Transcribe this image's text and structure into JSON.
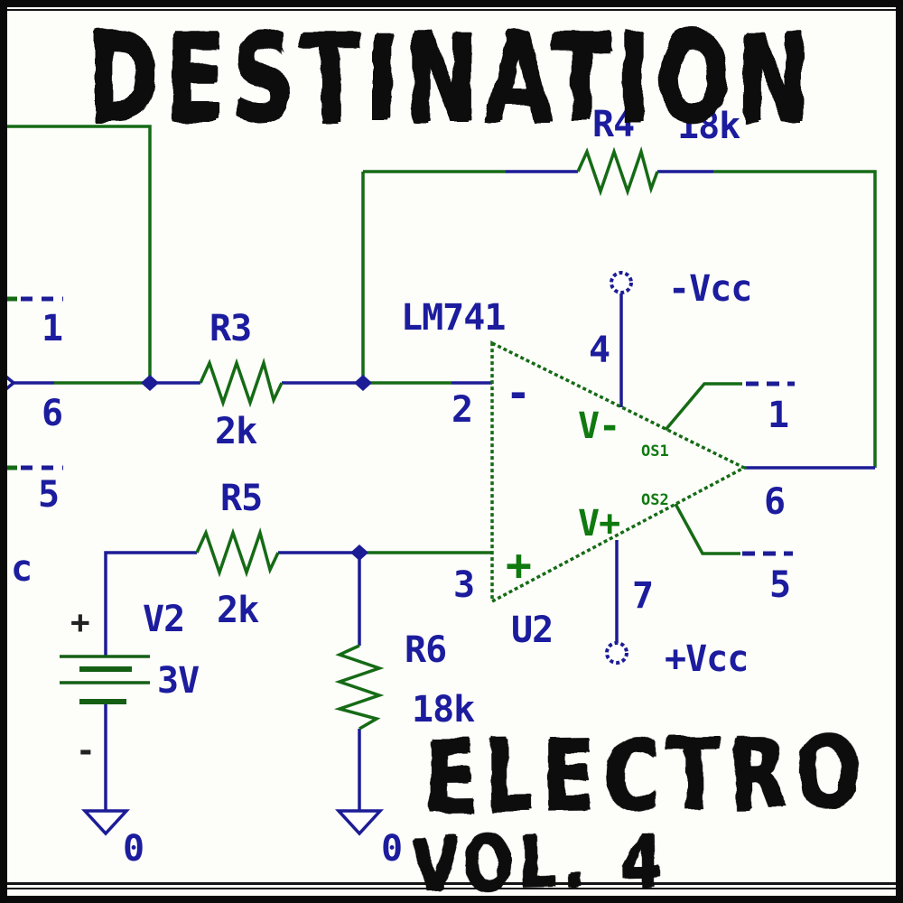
{
  "artwork": {
    "title_top": "DESTINATION",
    "title_bottom": "ELECTRO",
    "subtitle": "VOL. 4"
  },
  "schematic": {
    "opamp": {
      "part": "LM741",
      "ref": "U2",
      "inverting_sign": "-",
      "noninverting_sign": "+",
      "v_minus": "V-",
      "v_plus": "V+",
      "os1": "OS1",
      "os2": "OS2"
    },
    "pins": {
      "inverting": "2",
      "noninverting": "3",
      "v_minus_pin": "4",
      "v_plus_pin": "7",
      "output": "6",
      "offset_null_1": "1",
      "offset_null_2": "5"
    },
    "left_labels": {
      "pin_1": "1",
      "pin_6": "6",
      "pin_5": "5",
      "net_c": "c"
    },
    "resistors": {
      "r3": {
        "ref": "R3",
        "value": "2k"
      },
      "r4": {
        "ref": "R4",
        "value": "18k"
      },
      "r5": {
        "ref": "R5",
        "value": "2k"
      },
      "r6": {
        "ref": "R6",
        "value": "18k"
      }
    },
    "battery": {
      "ref": "V2",
      "value": "3V",
      "plus": "+",
      "minus": "-"
    },
    "power": {
      "negative_rail": "-Vcc",
      "positive_rail": "+Vcc"
    },
    "grounds": {
      "battery": "0",
      "r6": "0"
    }
  },
  "colors": {
    "wire_blue": "#1c1c96",
    "wire_green": "#156b15",
    "label_blue": "#1c1c9e",
    "label_green": "#0f7a0f",
    "ink": "#0b0b0b",
    "background": "#fdfdfa"
  }
}
